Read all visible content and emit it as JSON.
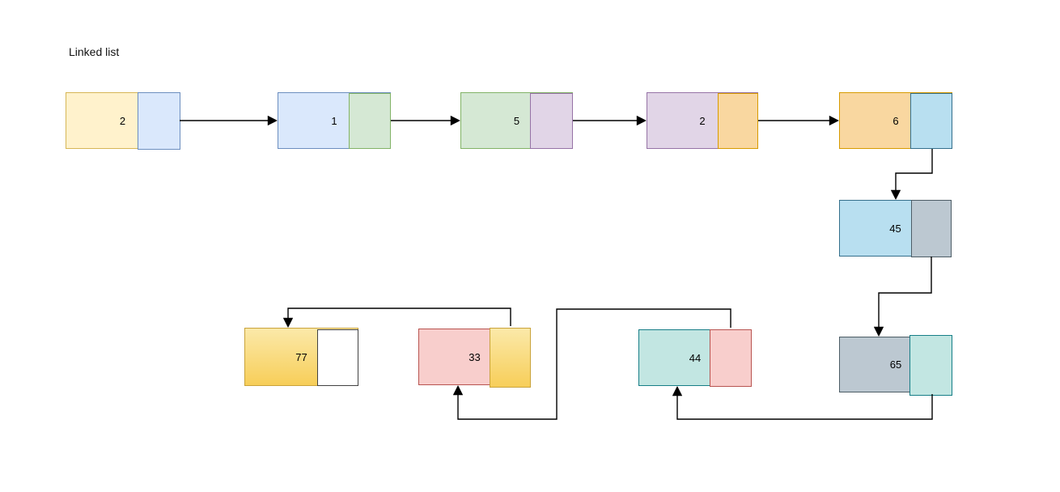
{
  "title": "Linked list",
  "diagram_type": "linked-list",
  "connector": {
    "color": "#000000"
  },
  "palette": {
    "yellow": {
      "fill": "#FFF2CC",
      "stroke": "#D6B656"
    },
    "blue": {
      "fill": "#DAE8FC",
      "stroke": "#6C8EBF"
    },
    "green": {
      "fill": "#D5E8D4",
      "stroke": "#82B366"
    },
    "purple": {
      "fill": "#E1D5E7",
      "stroke": "#9673A6"
    },
    "orange": {
      "fill": "#F9D7A0",
      "stroke": "#D79B00"
    },
    "sky": {
      "fill": "#B8DFF0",
      "stroke": "#35708C"
    },
    "gray": {
      "fill": "#BCC8D1",
      "stroke": "#4D5D66"
    },
    "teal": {
      "fill": "#C2E6E2",
      "stroke": "#177E87"
    },
    "gold_gradient": {
      "fill_top": "#FBE9A9",
      "fill_bottom": "#F7CE59",
      "stroke": "#C9A33B"
    },
    "white": {
      "fill": "#FFFFFF",
      "stroke": "#424242"
    },
    "pink": {
      "fill": "#F8CECC",
      "stroke": "#B85450"
    }
  },
  "nodes": [
    {
      "value": "2",
      "value_color": "yellow",
      "pointer_color": "blue"
    },
    {
      "value": "1",
      "value_color": "blue",
      "pointer_color": "green"
    },
    {
      "value": "5",
      "value_color": "green",
      "pointer_color": "purple"
    },
    {
      "value": "2",
      "value_color": "purple",
      "pointer_color": "orange"
    },
    {
      "value": "6",
      "value_color": "orange",
      "pointer_color": "sky"
    },
    {
      "value": "45",
      "value_color": "sky",
      "pointer_color": "gray"
    },
    {
      "value": "65",
      "value_color": "gray",
      "pointer_color": "teal"
    },
    {
      "value": "77",
      "value_color": "gold_gradient",
      "pointer_color": "white"
    },
    {
      "value": "33",
      "value_color": "pink",
      "pointer_color": "gold_gradient"
    },
    {
      "value": "44",
      "value_color": "teal",
      "pointer_color": "pink"
    }
  ],
  "list_order": [
    "2",
    "1",
    "5",
    "2",
    "6",
    "45",
    "65",
    "44",
    "33",
    "77"
  ],
  "edges": [
    {
      "from": "2 (node 0)",
      "to": "1 (node 1)"
    },
    {
      "from": "1 (node 1)",
      "to": "5 (node 2)"
    },
    {
      "from": "5 (node 2)",
      "to": "2 (node 3)"
    },
    {
      "from": "2 (node 3)",
      "to": "6 (node 4)"
    },
    {
      "from": "6 (node 4)",
      "to": "45 (node 5)"
    },
    {
      "from": "45 (node 5)",
      "to": "65 (node 6)"
    },
    {
      "from": "65 (node 6)",
      "to": "44 (node 9)"
    },
    {
      "from": "44 (node 9)",
      "to": "33 (node 8)"
    },
    {
      "from": "33 (node 8)",
      "to": "77 (node 7)"
    }
  ]
}
